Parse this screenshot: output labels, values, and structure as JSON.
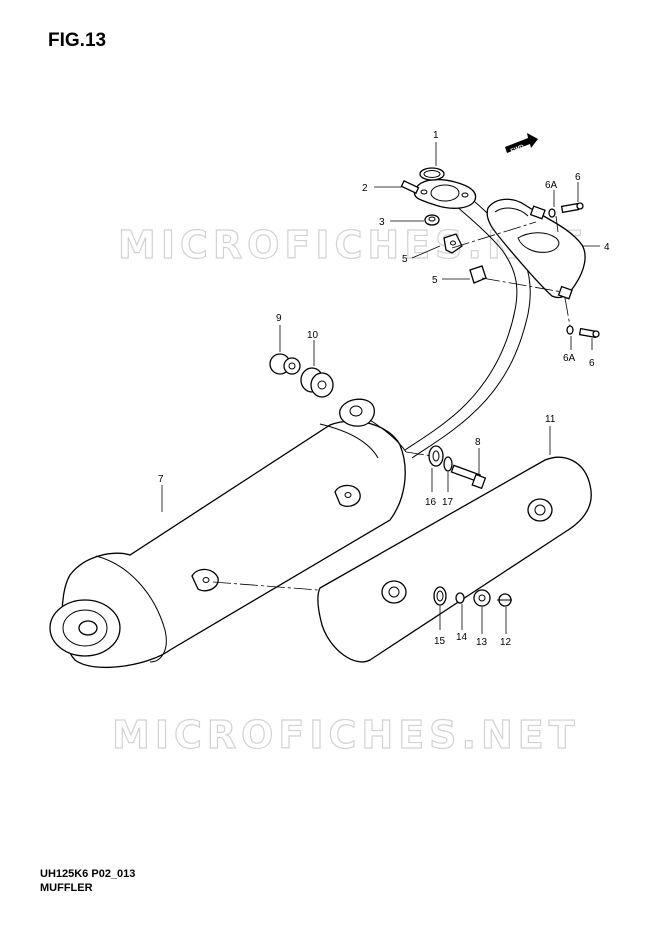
{
  "figure": {
    "title": "FIG.13",
    "code": "UH125K6 P02_013",
    "name": "MUFFLER"
  },
  "watermark": "MICROFICHES.NET",
  "fwd_label": "FWD",
  "callouts": {
    "c1": "1",
    "c2": "2",
    "c3": "3",
    "c4": "4",
    "c5a": "5",
    "c5b": "5",
    "c6a": "6",
    "c6b": "6",
    "c6Aa": "6A",
    "c6Ab": "6A",
    "c7": "7",
    "c8": "8",
    "c9": "9",
    "c10": "10",
    "c11": "11",
    "c12": "12",
    "c13": "13",
    "c14": "14",
    "c15": "15",
    "c16": "16",
    "c17": "17"
  }
}
